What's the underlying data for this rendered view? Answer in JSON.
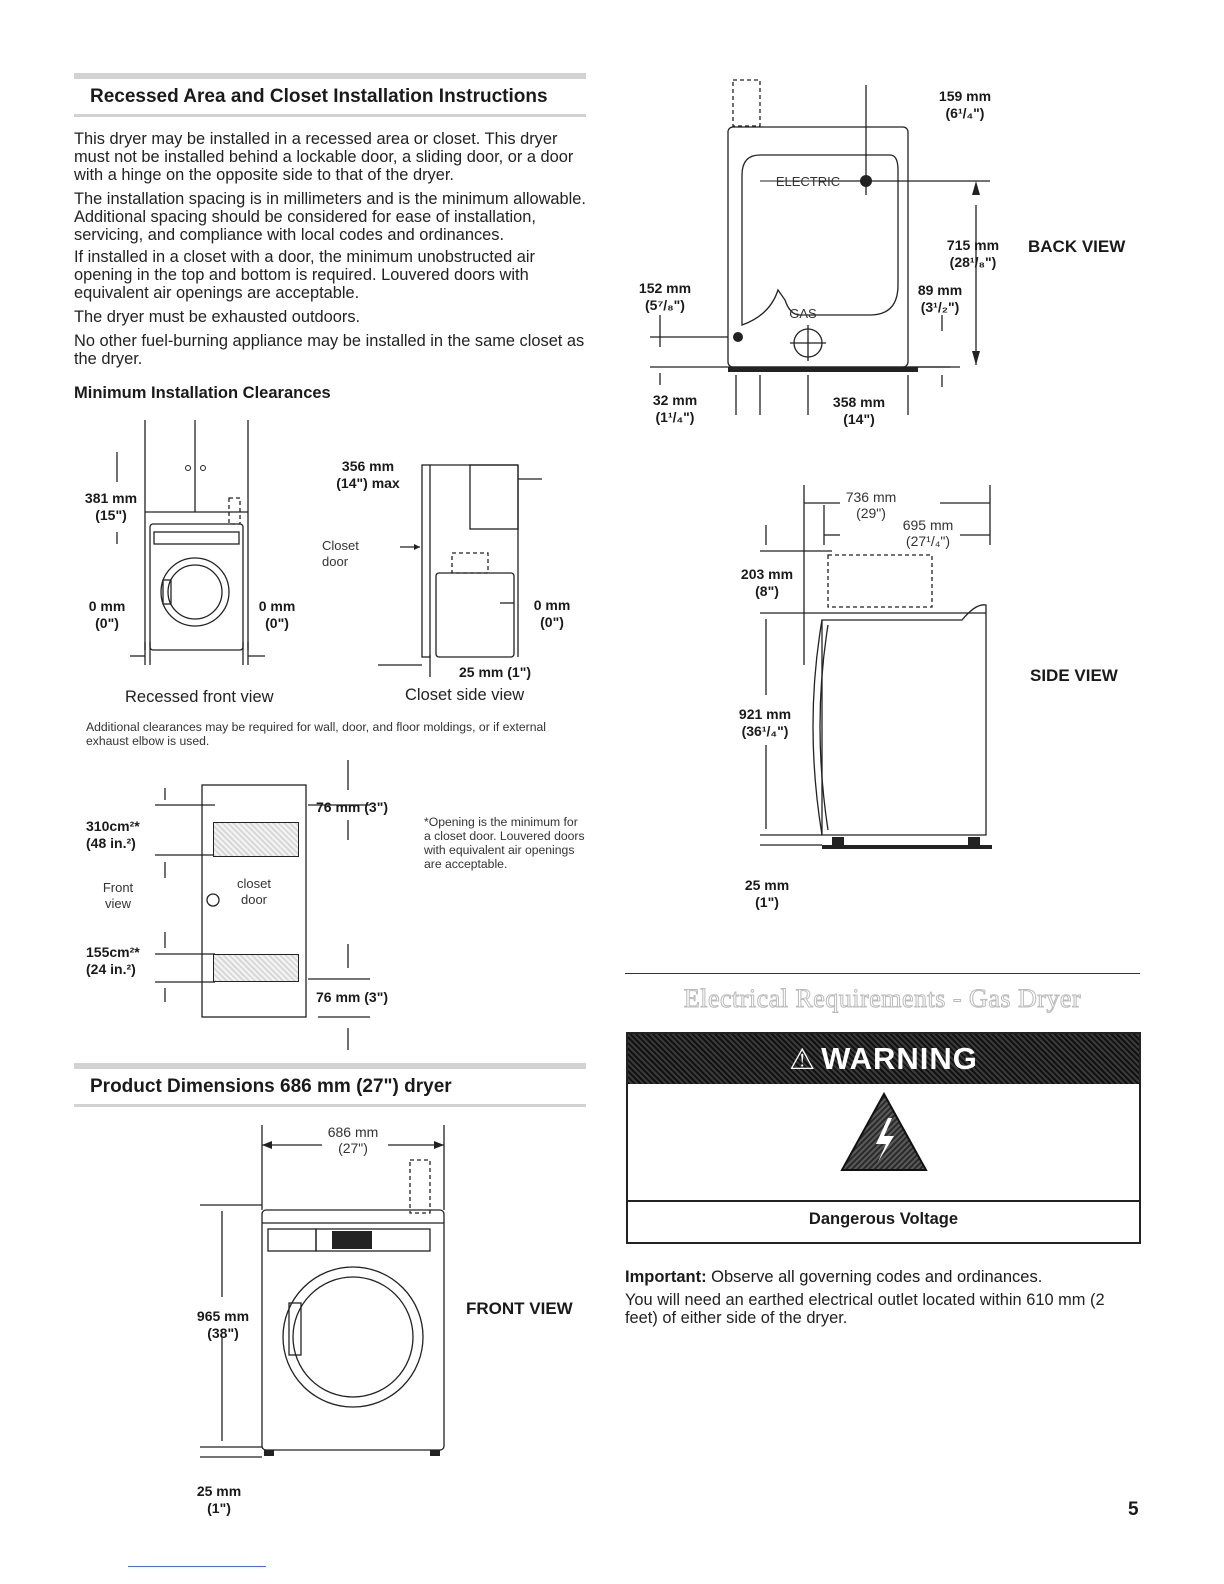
{
  "recessed": {
    "title": "Recessed Area and Closet Installation Instructions",
    "paragraphs": [
      "This dryer may be installed in a recessed area or closet. This dryer must not be installed behind a lockable door, a sliding door, or a door with a hinge on the opposite side to that of the dryer.",
      "The installation spacing is in millimeters and is the minimum allowable. Additional spacing should be considered for ease of installation, servicing, and compliance with local codes and ordinances.",
      "If installed in a closet with a door, the minimum unobstructed air opening in the top and bottom is required. Louvered doors with equivalent air openings are acceptable.",
      "The dryer must be exhausted outdoors.",
      "No other fuel-burning appliance may be installed in the same closet as the dryer."
    ],
    "subtitle": "Minimum Installation Clearances",
    "front": {
      "top_mm": "381 mm",
      "top_in": "(15\")",
      "left_mm": "0 mm",
      "left_in": "(0\")",
      "right_mm": "0 mm",
      "right_in": "(0\")",
      "caption": "Recessed front view"
    },
    "side": {
      "top_mm": "356 mm",
      "top_in": "(14\") max",
      "door_label": "Closet\ndoor",
      "right_mm": "0 mm",
      "right_in": "(0\")",
      "bottom": "25 mm (1\")",
      "caption": "Closet side view"
    },
    "note": "Additional clearances may be required for wall, door, and floor moldings, or if external exhaust elbow is used.",
    "closet": {
      "top_area": "310cm²*",
      "top_area_in": "(48 in.²)",
      "bottom_area": "155cm²*",
      "bottom_area_in": "(24 in.²)",
      "top_gap": "76 mm (3\")",
      "bottom_gap": "76 mm (3\")",
      "front_view": "Front\nview",
      "door_label": "closet\ndoor",
      "footnote": "*Opening is the minimum for a closet door. Louvered doors with equivalent air openings are acceptable."
    }
  },
  "product": {
    "title": "Product Dimensions 686 mm (27\") dryer",
    "width_mm": "686 mm",
    "width_in": "(27\")",
    "height_mm": "965 mm",
    "height_in": "(38\")",
    "foot_mm": "25 mm",
    "foot_in": "(1\")",
    "view": "FRONT VIEW"
  },
  "back": {
    "top_mm": "159 mm",
    "top_in": "(6¹/₄\")",
    "electric": "ELECTRIC",
    "gas": "GAS",
    "h715_mm": "715 mm",
    "h715_in": "(28¹/₈\")",
    "h89_mm": "89 mm",
    "h89_in": "(3¹/₂\")",
    "l152_mm": "152 mm",
    "l152_in": "(5⁷/₈\")",
    "b32_mm": "32 mm",
    "b32_in": "(1¹/₄\")",
    "b358_mm": "358 mm",
    "b358_in": "(14\")",
    "view": "BACK VIEW"
  },
  "sideview": {
    "d736_mm": "736 mm",
    "d736_in": "(29\")",
    "d695_mm": "695 mm",
    "d695_in": "(27¹/₄\")",
    "h203_mm": "203 mm",
    "h203_in": "(8\")",
    "h921_mm": "921 mm",
    "h921_in": "(36¹/₄\")",
    "f25_mm": "25 mm",
    "f25_in": "(1\")",
    "view": "SIDE VIEW"
  },
  "electrical": {
    "title": "Electrical Requirements - Gas Dryer",
    "warning": "WARNING",
    "danger": "Dangerous Voltage",
    "important_label": "Important:",
    "important_text": " Observe all governing codes and ordinances.",
    "body": "You will need an earthed electrical outlet located within 610 mm (2 feet) of either side of the dryer."
  },
  "page_number": "5"
}
